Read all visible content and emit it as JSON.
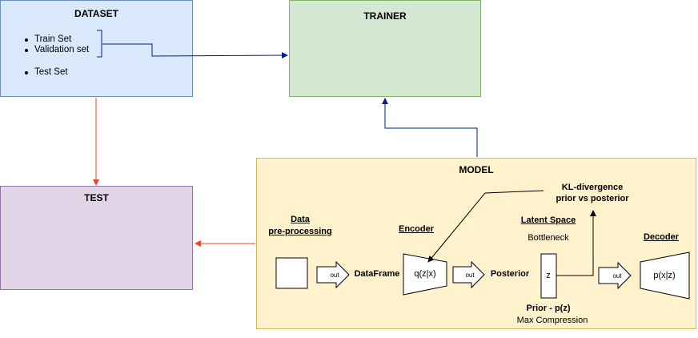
{
  "dataset": {
    "title": "DATASET",
    "items": [
      "Train Set",
      "Validation set",
      "Test Set"
    ]
  },
  "trainer": {
    "title": "TRAINER"
  },
  "test": {
    "title": "TEST"
  },
  "model": {
    "title": "MODEL",
    "data_label_1": "Data",
    "data_label_2": "pre-processing",
    "encoder_label": "Encoder",
    "encoder_formula": "q(z|x)",
    "dataframe": "DataFrame",
    "posterior": "Posterior",
    "latent_label": "Latent Space",
    "bottleneck": "Bottleneck",
    "z": "z",
    "prior": "Prior - p(z)",
    "max_compression": "Max Compression",
    "kl_1": "KL-divergence",
    "kl_2": "prior vs posterior",
    "decoder_label": "Decoder",
    "decoder_formula": "p(x|z)",
    "out": "out"
  },
  "colors": {
    "dataset_fill": "#dae8fc",
    "trainer_fill": "#d5e8d4",
    "test_fill": "#e1d5e7",
    "model_fill": "#fff2cc",
    "blue_arrow": "#001d8f",
    "red_arrow": "#e8462f"
  }
}
